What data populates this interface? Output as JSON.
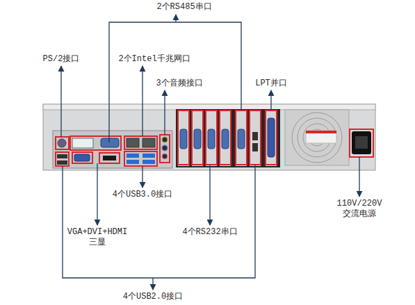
{
  "diagram": {
    "labels": [
      "2个RS485串口",
      "PS/2接口",
      "2个Intel千兆网口",
      "3个音频接口",
      "LPT并口",
      "4个USB3.0接口",
      "VGA+DVI+HDMI 三显",
      "4个RS232串口",
      "110V/220V 交流电源",
      "4个USB2.0接口"
    ]
  }
}
